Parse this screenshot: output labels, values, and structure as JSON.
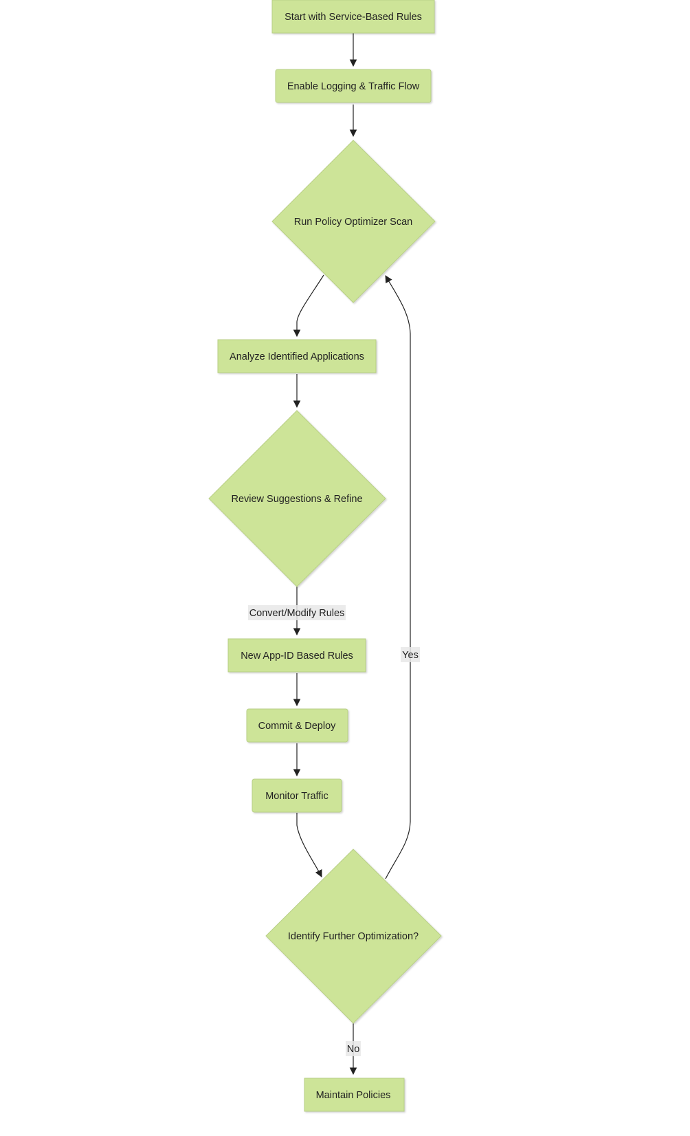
{
  "colors": {
    "node_fill": "#cde498",
    "node_border": "#b8cf86",
    "edge": "#222222",
    "label_bg": "#e8e8e8"
  },
  "nodes": {
    "start": "Start with Service-Based Rules",
    "logging": "Enable Logging & Traffic Flow",
    "scan": "Run Policy Optimizer Scan",
    "analyze": "Analyze Identified Applications",
    "review": "Review Suggestions & Refine",
    "new_rules": "New App-ID Based Rules",
    "commit": "Commit & Deploy",
    "monitor": "Monitor Traffic",
    "identify": "Identify Further Optimization?",
    "maintain": "Maintain Policies"
  },
  "edge_labels": {
    "convert": "Convert/Modify Rules",
    "yes": "Yes",
    "no": "No"
  }
}
